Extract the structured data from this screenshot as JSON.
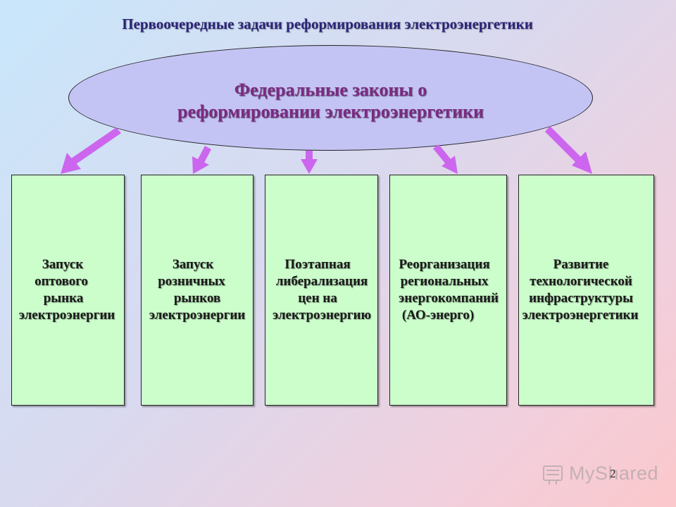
{
  "title": "Первоочередные задачи реформирования электроэнергетики",
  "center": {
    "lines": [
      "Федеральные законы о",
      "реформировании электроэнергетики"
    ]
  },
  "boxes": [
    {
      "lines": [
        "Запуск",
        "оптового",
        "рынка",
        "электроэнергии"
      ]
    },
    {
      "lines": [
        "Запуск",
        "розничных",
        "рынков",
        "электроэнергии"
      ]
    },
    {
      "lines": [
        "Поэтапная",
        "либерализация",
        "цен на",
        "электроэнергию"
      ]
    },
    {
      "lines": [
        "Реорганизация",
        "региональных",
        "энергокомпаний",
        "(АО-энерго)"
      ]
    },
    {
      "lines": [
        "Развитие",
        "технологической",
        "инфраструктуры",
        "электроэнергетики"
      ]
    }
  ],
  "watermark": "MyShared",
  "page_number": "2",
  "colors": {
    "ellipse_fill": "#c4c4f4",
    "box_fill": "#ccfecc",
    "arrow": "#cc66ee",
    "center_text": "#7b2a82",
    "title_text": "#2b2477"
  }
}
